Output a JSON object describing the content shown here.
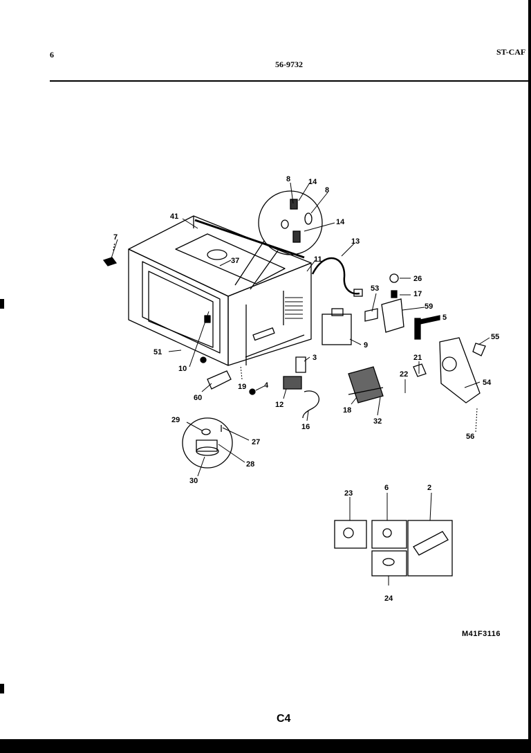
{
  "header": {
    "left_number": "6",
    "model_number": "56-9732",
    "right_code": "ST-CAF"
  },
  "diagram": {
    "drawing_code": "M41F3116",
    "page_label": "C4",
    "callouts": [
      "41",
      "7",
      "8",
      "14",
      "8",
      "14",
      "13",
      "11",
      "37",
      "26",
      "17",
      "53",
      "59",
      "5",
      "55",
      "51",
      "10",
      "3",
      "21",
      "22",
      "54",
      "60",
      "19",
      "4",
      "12",
      "9",
      "16",
      "18",
      "32",
      "56",
      "29",
      "27",
      "28",
      "30",
      "23",
      "6",
      "2",
      "24"
    ]
  }
}
